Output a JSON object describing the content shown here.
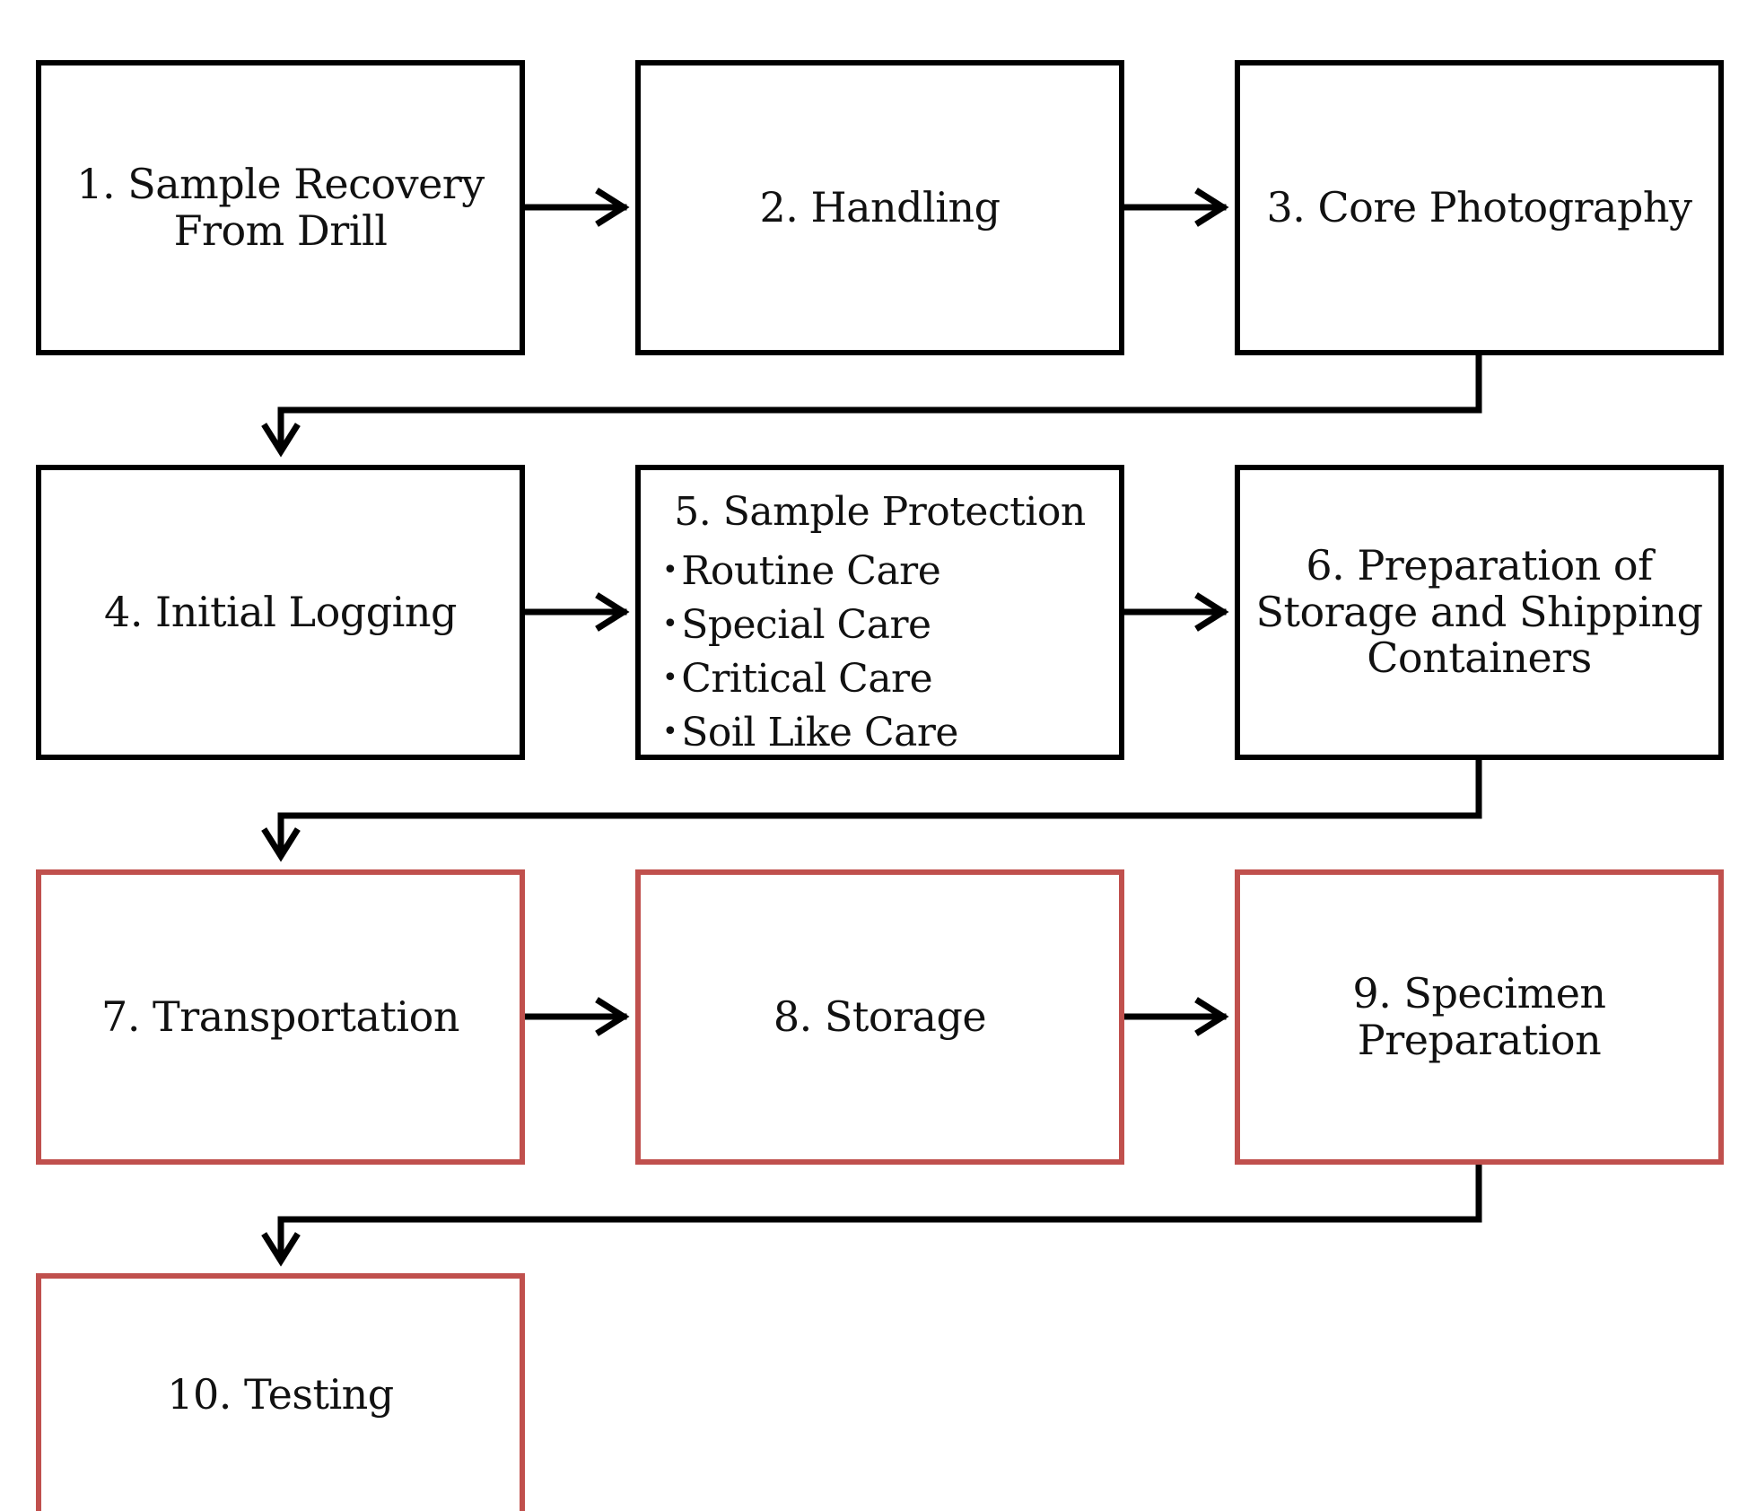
{
  "steps": [
    {
      "id": "b1",
      "label": "1. Sample Recovery\nFrom Drill",
      "color": "#000000"
    },
    {
      "id": "b2",
      "label": "2. Handling",
      "color": "#000000"
    },
    {
      "id": "b3",
      "label": "3. Core Photography",
      "color": "#000000"
    },
    {
      "id": "b4",
      "label": "4. Initial Logging",
      "color": "#000000"
    },
    {
      "id": "b5",
      "label": "5. Sample Protection",
      "color": "#000000",
      "items": [
        "Routine Care",
        "Special Care",
        "Critical Care",
        "Soil Like Care"
      ]
    },
    {
      "id": "b6",
      "label": "6. Preparation of\nStorage and Shipping\nContainers",
      "color": "#000000"
    },
    {
      "id": "b7",
      "label": "7. Transportation",
      "color": "#c0504d"
    },
    {
      "id": "b8",
      "label": "8. Storage",
      "color": "#c0504d"
    },
    {
      "id": "b9",
      "label": "9. Specimen\nPreparation",
      "color": "#c0504d"
    },
    {
      "id": "b10",
      "label": "10. Testing",
      "color": "#c0504d"
    }
  ],
  "bullet_glyph": "•",
  "connector_color": "#000000"
}
